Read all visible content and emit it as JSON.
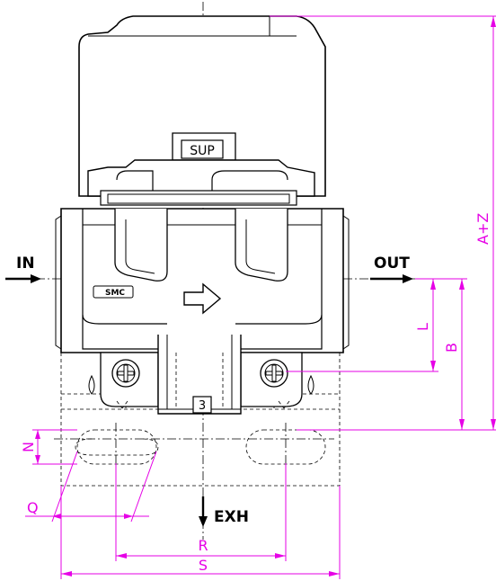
{
  "labels": {
    "in": "IN",
    "out": "OUT",
    "exh": "EXH",
    "sup": "SUP",
    "logo": "SMC",
    "port_no": "3"
  },
  "dimensions": {
    "a_plus_z": "A+Z",
    "b": "B",
    "l": "L",
    "n": "N",
    "q": "Q",
    "r": "R",
    "s": "S"
  },
  "colors": {
    "outline": "#000000",
    "dimension": "#e600e6"
  }
}
